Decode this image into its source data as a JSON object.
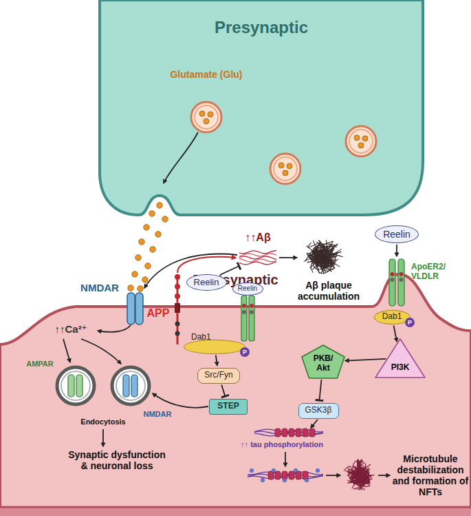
{
  "diagram": {
    "nodes": [
      {
        "text": [
          "Presynaptic"
        ]
      },
      {
        "text": [
          "Postsynaptic"
        ]
      },
      {
        "text": [
          "Reelin"
        ]
      },
      {
        "text": [
          "Reelin"
        ]
      },
      {
        "text": [
          "Dab1"
        ],
        "in": 1
      },
      {
        "text": [
          "Src/Fyn"
        ],
        "in": 1
      },
      {
        "text": [
          "STEP"
        ],
        "in": 1
      },
      {
        "text": [
          "Reelin"
        ]
      },
      {
        "text": [
          "ApoER2/ VLDLR"
        ]
      },
      {
        "text": [
          "Dab1"
        ],
        "in": 1
      },
      {
        "text": [
          "PI3K"
        ],
        "in": 1
      },
      {
        "text": [
          "PKB/ Akt"
        ],
        "in": 1
      },
      {
        "text": [
          "GSK3β"
        ],
        "in": 1
      }
    ],
    "edges": [
      {
        "from": 4,
        "to": 5,
        "arrow": "to"
      },
      {
        "from": 5,
        "to": 6,
        "arrow": "none"
      },
      {
        "from": 7,
        "to": 8,
        "arrow": "to"
      },
      {
        "from": 9,
        "to": 10,
        "arrow": "to"
      },
      {
        "from": 10,
        "to": 11,
        "arrow": "to"
      },
      {
        "from": 11,
        "to": 12,
        "arrow": "none"
      }
    ],
    "labels": [
      "Glutamate (Glu)",
      "NMDAR",
      "↑↑Aβ",
      "APP",
      "Aβ plaque accumulation",
      "↑↑Ca²⁺",
      "AMPAR",
      "NMDAR",
      "Endocytosis",
      "Synaptic dysfunction & neuronal loss",
      "↑↑ tau phosphorylation",
      "Microtubule destabilization and formation of NFTs",
      "P",
      "P"
    ]
  }
}
